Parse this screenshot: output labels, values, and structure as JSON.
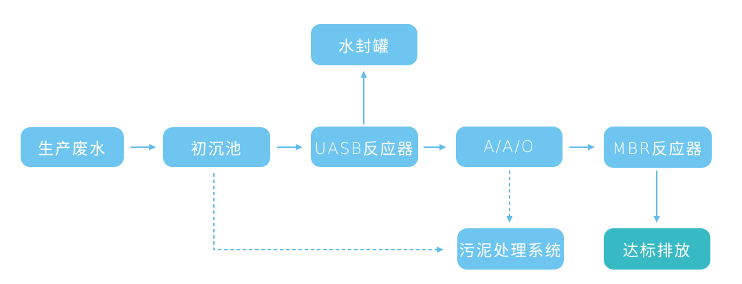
{
  "diagram": {
    "type": "flowchart",
    "subject": "wastewater-treatment-process",
    "nodes": {
      "production": {
        "label": "生产废水"
      },
      "primary": {
        "label": "初沉池"
      },
      "water_seal": {
        "label": "水封罐"
      },
      "uasb": {
        "label": "UASB反应器"
      },
      "aao": {
        "label": "A/A/O"
      },
      "mbr": {
        "label": "MBR反应器"
      },
      "sludge": {
        "label": "污泥处理系统"
      },
      "discharge": {
        "label": "达标排放"
      }
    },
    "edges": [
      {
        "from": "production",
        "to": "primary",
        "style": "solid",
        "direction": "right"
      },
      {
        "from": "primary",
        "to": "uasb",
        "style": "solid",
        "direction": "right"
      },
      {
        "from": "uasb",
        "to": "water_seal",
        "style": "solid",
        "direction": "up"
      },
      {
        "from": "uasb",
        "to": "aao",
        "style": "solid",
        "direction": "right"
      },
      {
        "from": "aao",
        "to": "mbr",
        "style": "solid",
        "direction": "right"
      },
      {
        "from": "aao",
        "to": "sludge",
        "style": "dashed",
        "direction": "down"
      },
      {
        "from": "primary",
        "to": "sludge",
        "style": "dashed",
        "direction": "down-right"
      },
      {
        "from": "mbr",
        "to": "discharge",
        "style": "solid",
        "direction": "down"
      }
    ]
  },
  "colors": {
    "node_fill": "#6EC5F0",
    "node_fill_final": "#38BAC4",
    "arrow_color": "#5FBCEC",
    "label_color": "#FFFFFF",
    "background": "#FFFFFF"
  }
}
